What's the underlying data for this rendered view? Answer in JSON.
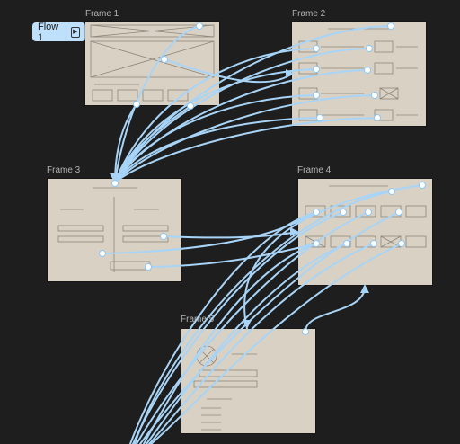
{
  "flow": {
    "name": "Flow 1",
    "icon": "play-icon"
  },
  "frames": [
    {
      "id": "frame-1",
      "label": "Frame 1"
    },
    {
      "id": "frame-2",
      "label": "Frame 2"
    },
    {
      "id": "frame-3",
      "label": "Frame 3"
    },
    {
      "id": "frame-4",
      "label": "Frame 4"
    },
    {
      "id": "frame-5",
      "label": "Frame 5"
    }
  ],
  "colors": {
    "canvas": "#1e1e1e",
    "connector": "#a8d4f7",
    "paper": "#d9d2c4",
    "badge": "#bfe0fb"
  }
}
